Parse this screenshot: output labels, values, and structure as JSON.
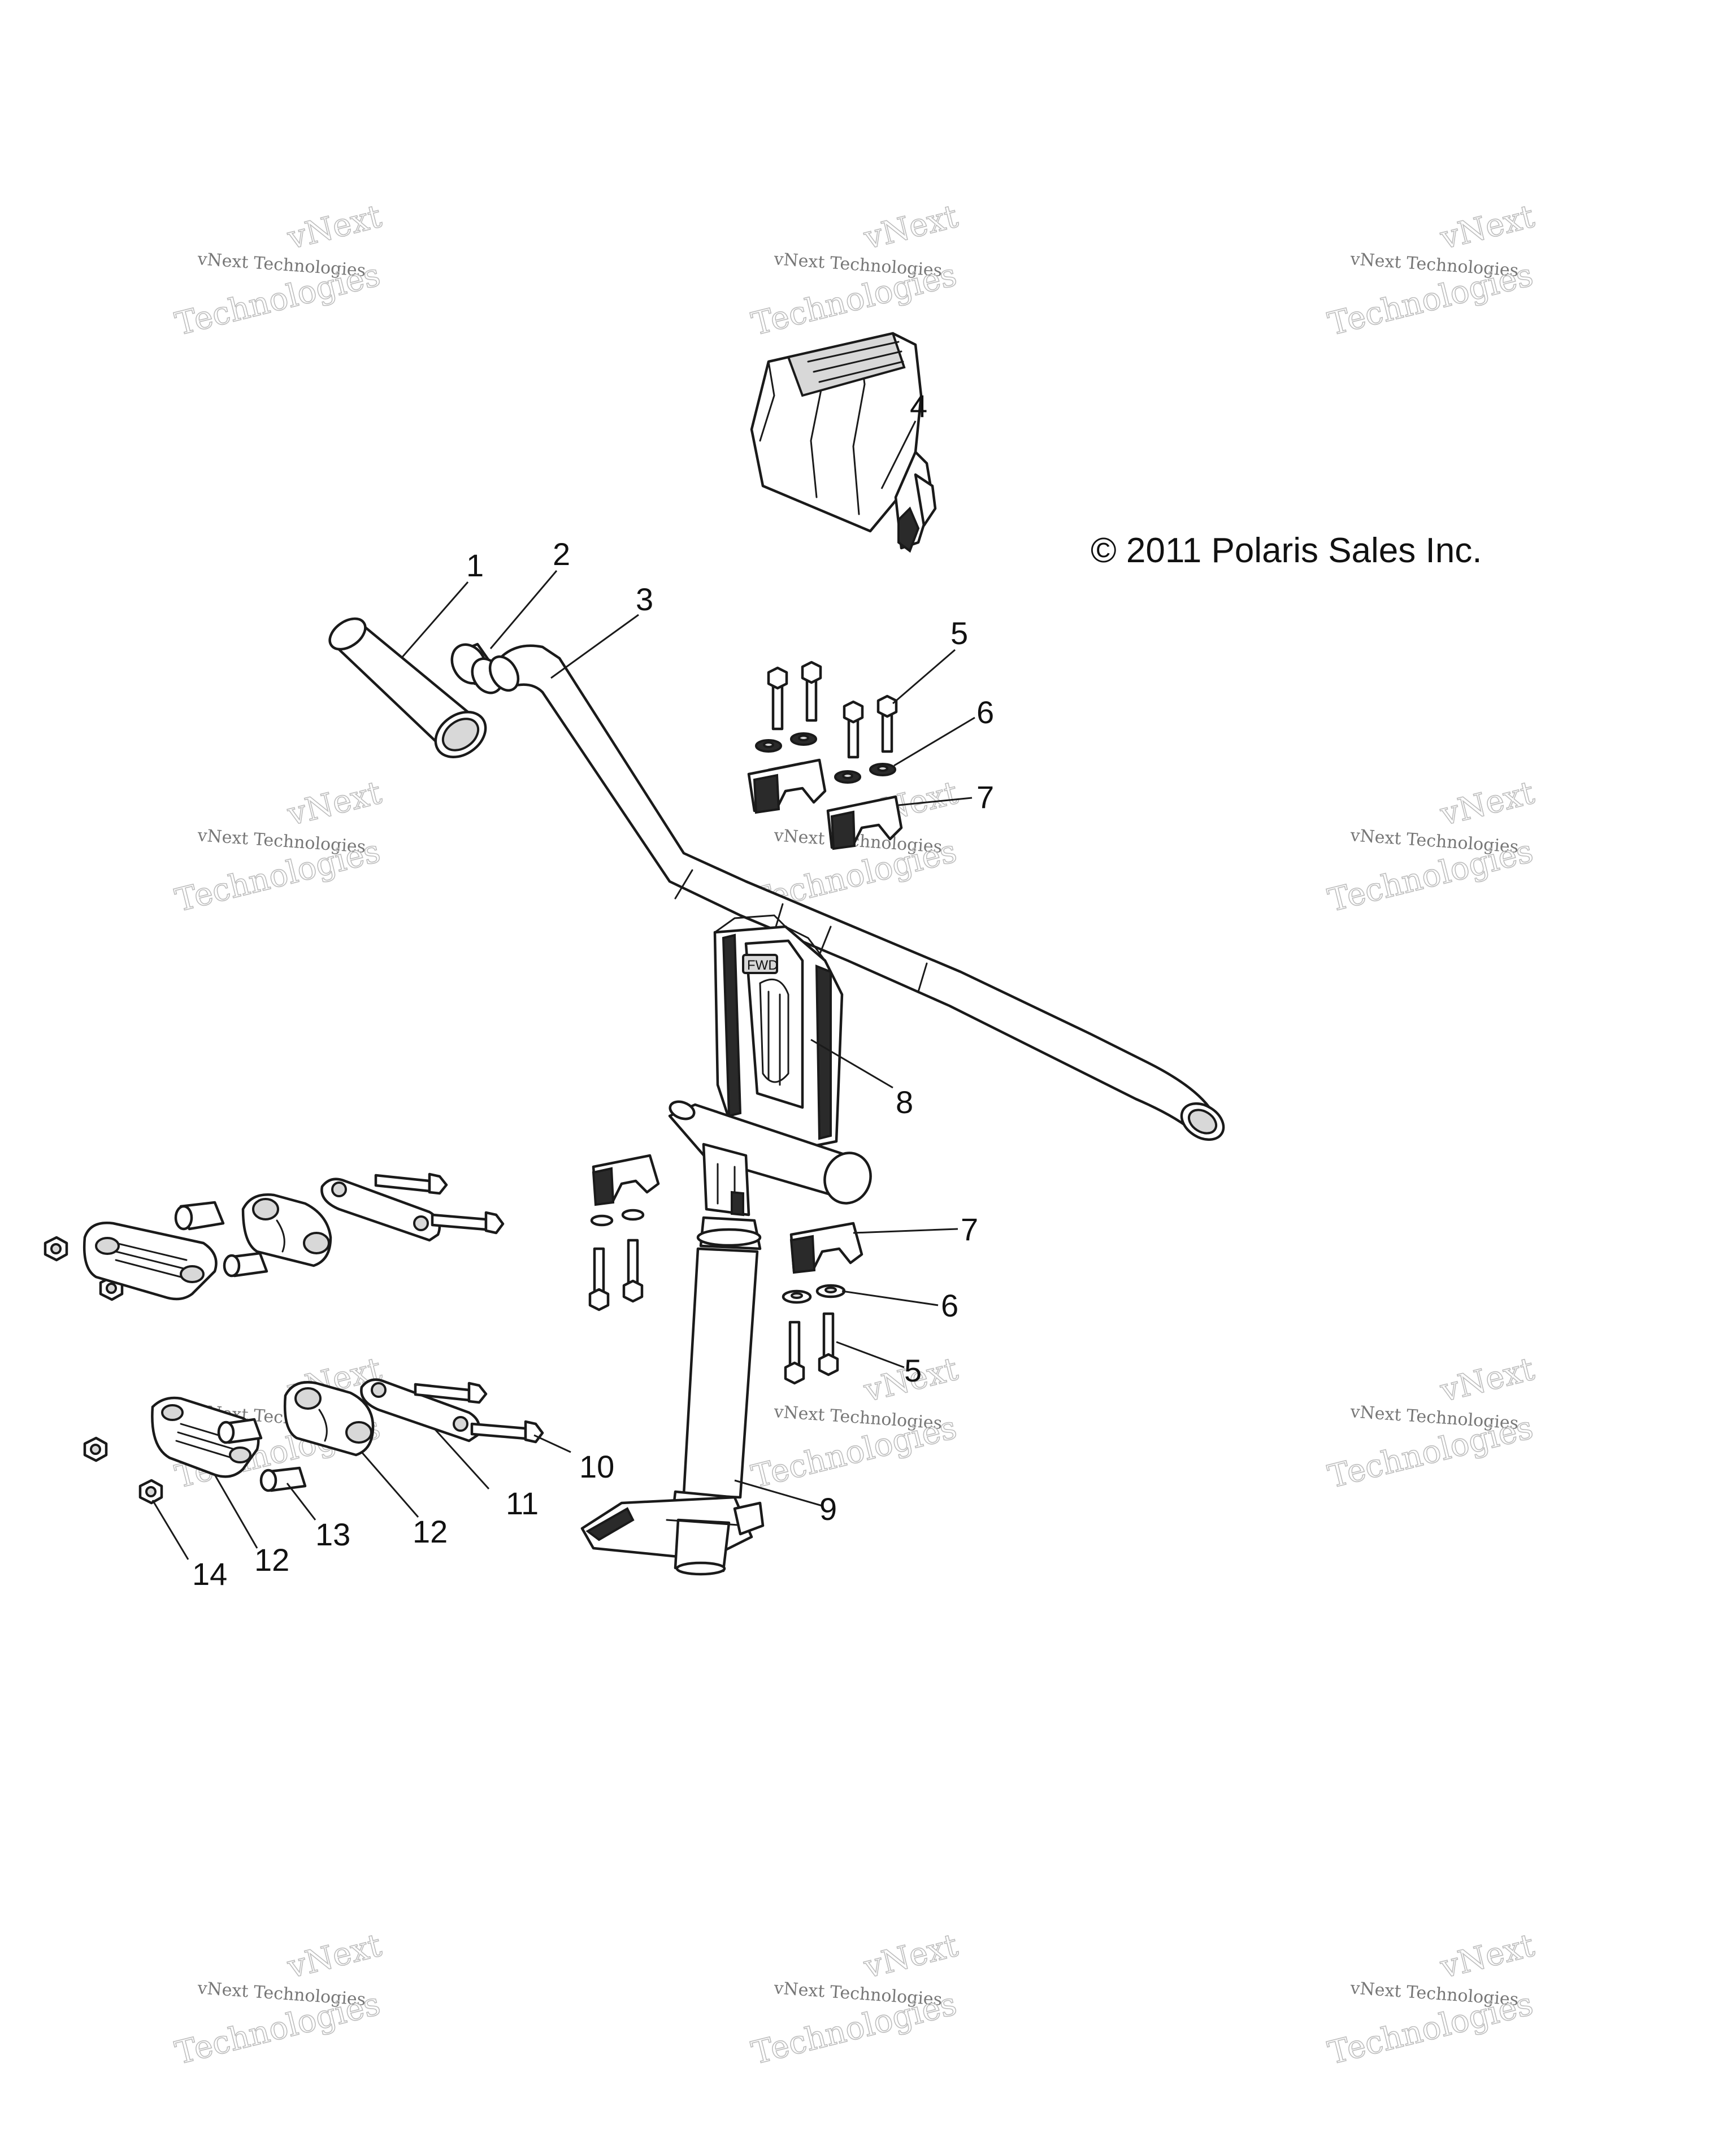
{
  "copyright": "© 2011 Polaris Sales Inc.",
  "watermark": {
    "line1": "vNext",
    "line2": "vNext Technologies",
    "line3": "Technologies"
  },
  "callouts": {
    "c1": "1",
    "c2": "2",
    "c3": "3",
    "c4": "4",
    "c5a": "5",
    "c6a": "6",
    "c7a": "7",
    "c8": "8",
    "c7b": "7",
    "c6b": "6",
    "c5b": "5",
    "c9": "9",
    "c10": "10",
    "c11": "11",
    "c12a": "12",
    "c12b": "12",
    "c13": "13",
    "c14": "14"
  },
  "clamp_marking": "FWD"
}
